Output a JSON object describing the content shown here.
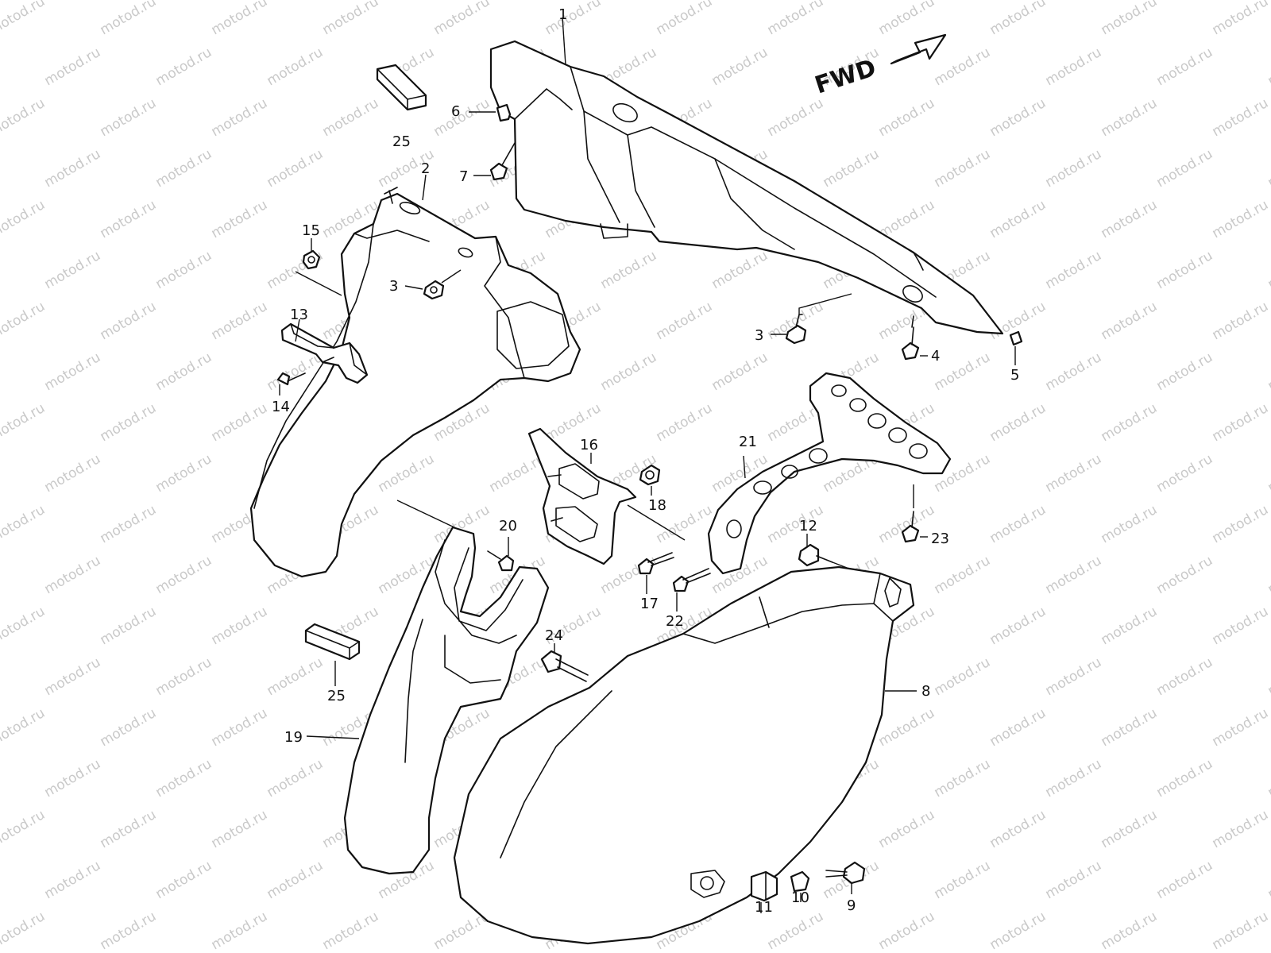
{
  "watermark": "motod.ru",
  "direction_label": "FWD",
  "callouts": {
    "p1": "1",
    "p2": "2",
    "p3a": "3",
    "p3b": "3",
    "p4": "4",
    "p5": "5",
    "p6": "6",
    "p7": "7",
    "p8": "8",
    "p9": "9",
    "p10": "10",
    "p11": "11",
    "p12": "12",
    "p13": "13",
    "p14": "14",
    "p15": "15",
    "p16": "16",
    "p17": "17",
    "p18": "18",
    "p19": "19",
    "p20": "20",
    "p21": "21",
    "p22": "22",
    "p23": "23",
    "p24": "24",
    "p25a": "25",
    "p25b": "25"
  }
}
